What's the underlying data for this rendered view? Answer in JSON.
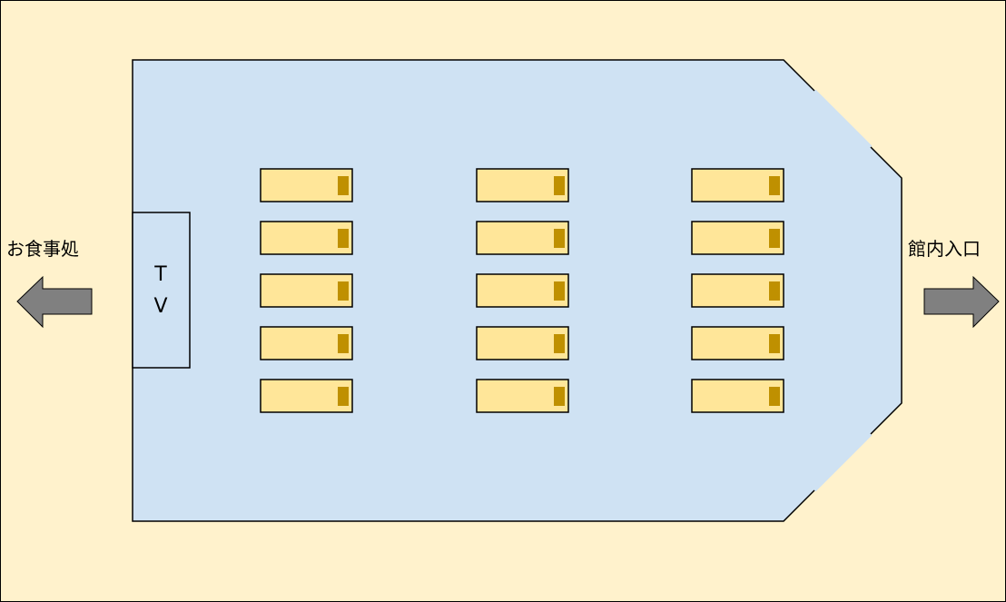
{
  "colors": {
    "background": "#fff2cc",
    "room_fill": "#cfe2f3",
    "seat_fill": "#ffe699",
    "seat_marker": "#bf9000",
    "arrow_fill": "#808080",
    "stroke": "#000000"
  },
  "labels": {
    "left_exit": "お食事処",
    "right_entrance": "館内入口",
    "tv_line1": "T",
    "tv_line2": "V"
  },
  "seating": {
    "columns": 3,
    "rows": 5
  },
  "icons": {
    "left": "arrow-left-icon",
    "right": "arrow-right-icon"
  }
}
